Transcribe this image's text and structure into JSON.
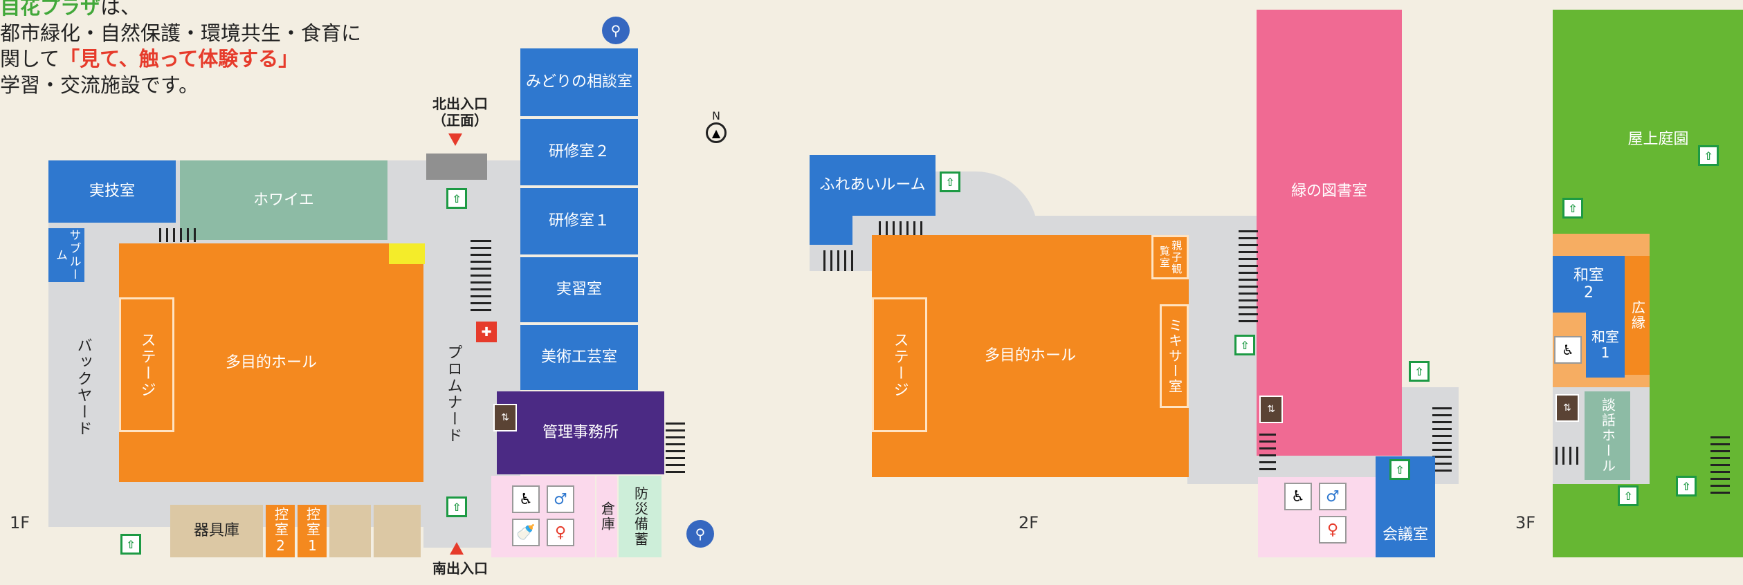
{
  "intro": {
    "line1_green": "自花プラザ",
    "line1_rest": "は、",
    "line2": "都市緑化・自然保護・環境共生・食育に",
    "line3_pre": "関して",
    "line3_red": "「見て、触って体験する」",
    "line4": "学習・交流施設です。"
  },
  "compass": {
    "label": "N"
  },
  "entrances": {
    "north": "北出入口\n（正面）",
    "south": "南出入口"
  },
  "floors": {
    "f1": "1F",
    "f2": "2F",
    "f3": "3F"
  },
  "rooms_1f": {
    "jitsugi": "実技室",
    "foyer": "ホワイエ",
    "sub_room": "サブルーム",
    "backyard": "バックヤード",
    "stage": "ステージ",
    "hall": "多目的ホール",
    "promenade": "プロムナード",
    "midori": "みどりの相談室",
    "kenshu2": "研修室２",
    "kenshu1": "研修室１",
    "jisshu": "実習室",
    "bijutsu": "美術工芸室",
    "kanri": "管理事務所",
    "kigu": "器具庫",
    "hikae2": "控室2",
    "hikae1": "控室1",
    "souko": "倉庫",
    "bousai": "防災備蓄"
  },
  "rooms_2f": {
    "fureai": "ふれあいルーム",
    "hall": "多目的ホール",
    "stage": "ステージ",
    "oyako": "親子観覧室",
    "mixer": "ミキサー室",
    "library": "緑の図書室",
    "kaigi": "会議室"
  },
  "rooms_3f": {
    "garden": "屋上庭園",
    "washitsu2": "和室\n2",
    "washitsu1": "和室\n1",
    "hiroen": "広縁",
    "danwa": "談話ホール"
  },
  "icons": {
    "exit": "exit-icon",
    "elevator": "elevator-icon",
    "toilet": "toilet-icon",
    "bicycle": "bicycle-icon",
    "fire_extinguisher": "fire-extinguisher-icon"
  },
  "colors": {
    "room_blue": "#2f78cf",
    "hall_orange": "#f4891f",
    "foyer_teal": "#8dbba5",
    "office_purple": "#4b2a84",
    "library_pink": "#f06a93",
    "garden_green": "#66b733"
  }
}
